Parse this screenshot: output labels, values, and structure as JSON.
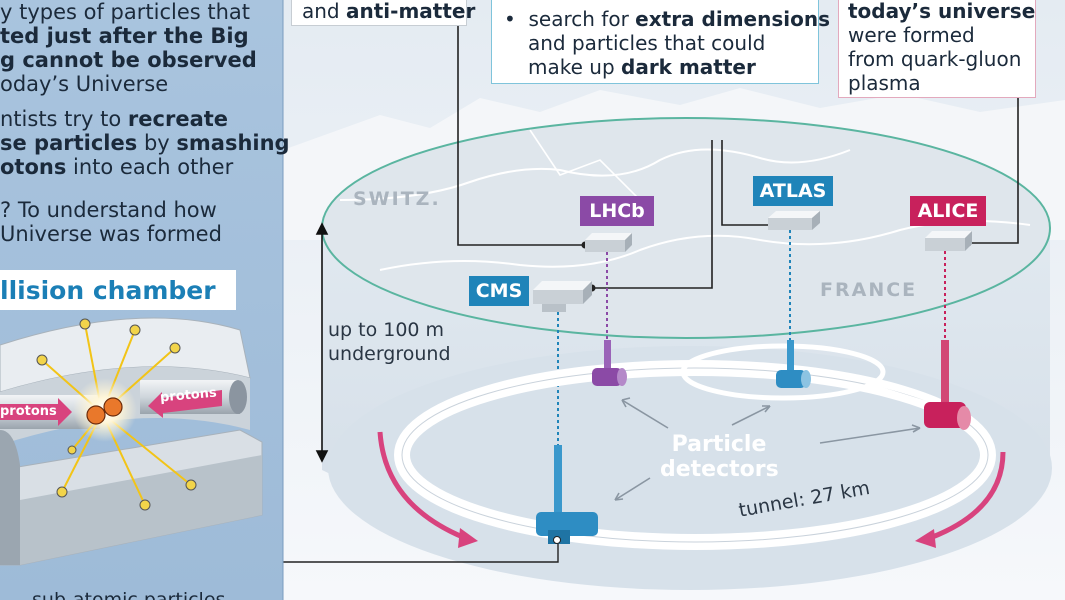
{
  "left_panel": {
    "line1": "y types of particles that",
    "line2": "ted just after the Big",
    "line3": "g cannot be observed",
    "line4": "oday’s Universe",
    "line5": "ntists try to",
    "line5_bold": "recreate",
    "line6_bold": "se particles",
    "line6": "by",
    "line6_bold2": "smashing",
    "line7_bold": "otons",
    "line7": "into each other",
    "line8": "? To understand how",
    "line9": "Universe was formed",
    "chamber_title": "llision chamber",
    "protons_left": "protons",
    "protons_right": "protons",
    "subatomic_caption": "sub-atomic particles"
  },
  "top_boxes": {
    "box1": {
      "line1": "and",
      "line1_bold": "anti-matter"
    },
    "box2": {
      "bullet": "•",
      "line1": "search for",
      "line1_bold": "extra dimensions",
      "line2": "and particles that could",
      "line3": "make up",
      "line3_bold": "dark matter"
    },
    "box3": {
      "line1_bold": "today’s universe",
      "line2": "were formed",
      "line3": "from quark-gluon",
      "line4": "plasma"
    }
  },
  "map": {
    "country_left": "SWITZ.",
    "country_right": "FRANCE",
    "depth_line1": "up to 100 m",
    "depth_line2": "underground"
  },
  "detectors": {
    "lhcb": {
      "label": "LHCb",
      "color": "#8b4aa6"
    },
    "atlas": {
      "label": "ATLAS",
      "color": "#1f84b9"
    },
    "alice": {
      "label": "ALICE",
      "color": "#c8215c"
    },
    "cms": {
      "label": "CMS",
      "color": "#1f84b9"
    }
  },
  "tunnel": {
    "detectors_line1": "Particle",
    "detectors_line2": "detectors",
    "length_label": "tunnel: 27 km",
    "arrow_color": "#d8437e"
  }
}
